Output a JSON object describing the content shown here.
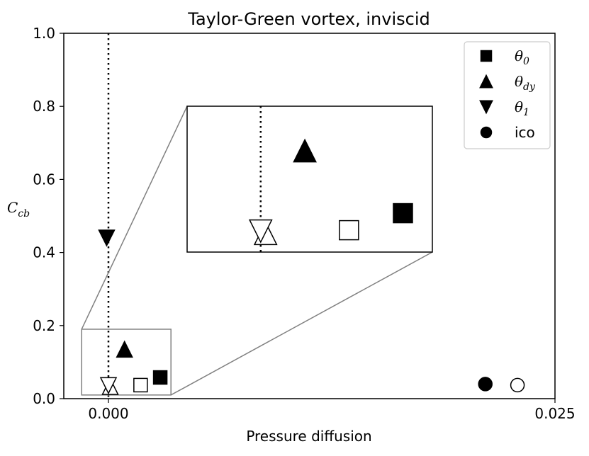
{
  "chart_data": {
    "type": "scatter",
    "title": "Taylor-Green vortex, inviscid",
    "xlabel": "Pressure diffusion",
    "ylabel": {
      "base": "C",
      "sub": "cb"
    },
    "xlim": [
      -0.0025,
      0.025
    ],
    "ylim": [
      0.0,
      1.0
    ],
    "xticks": [
      {
        "value": 0.0,
        "label": "0.000"
      },
      {
        "value": 0.025,
        "label": "0.025"
      }
    ],
    "yticks": [
      {
        "value": 0.0,
        "label": "0.0"
      },
      {
        "value": 0.2,
        "label": "0.2"
      },
      {
        "value": 0.4,
        "label": "0.4"
      },
      {
        "value": 0.6,
        "label": "0.6"
      },
      {
        "value": 0.8,
        "label": "0.8"
      },
      {
        "value": 1.0,
        "label": "1.0"
      }
    ],
    "grid": false,
    "legend_position": "top-right",
    "vertical_reference_x": 0.0,
    "series": [
      {
        "name": {
          "base": "θ",
          "sub": "0"
        },
        "marker": "square",
        "points": [
          {
            "x": 0.0029,
            "y": 0.058,
            "filled": true
          },
          {
            "x": 0.0018,
            "y": 0.037,
            "filled": false
          }
        ]
      },
      {
        "name": {
          "base": "θ",
          "sub": "dy"
        },
        "marker": "triangle-up",
        "points": [
          {
            "x": 0.0009,
            "y": 0.135,
            "filled": true
          },
          {
            "x": 0.0001,
            "y": 0.033,
            "filled": false
          }
        ]
      },
      {
        "name": {
          "base": "θ",
          "sub": "1"
        },
        "marker": "triangle-down",
        "points": [
          {
            "x": -0.0001,
            "y": 0.44,
            "filled": true
          },
          {
            "x": 0.0,
            "y": 0.036,
            "filled": false
          }
        ]
      },
      {
        "name": {
          "base": "ico",
          "sub": ""
        },
        "marker": "circle",
        "points": [
          {
            "x": 0.0211,
            "y": 0.04,
            "filled": true
          },
          {
            "x": 0.0229,
            "y": 0.037,
            "filled": false
          }
        ]
      }
    ],
    "inset": {
      "xlim": [
        -0.0015,
        0.0035
      ],
      "ylim": [
        0.01,
        0.19
      ]
    }
  },
  "colors": {
    "ink": "#000000",
    "zoom_frame": "#808080",
    "background": "#ffffff"
  }
}
